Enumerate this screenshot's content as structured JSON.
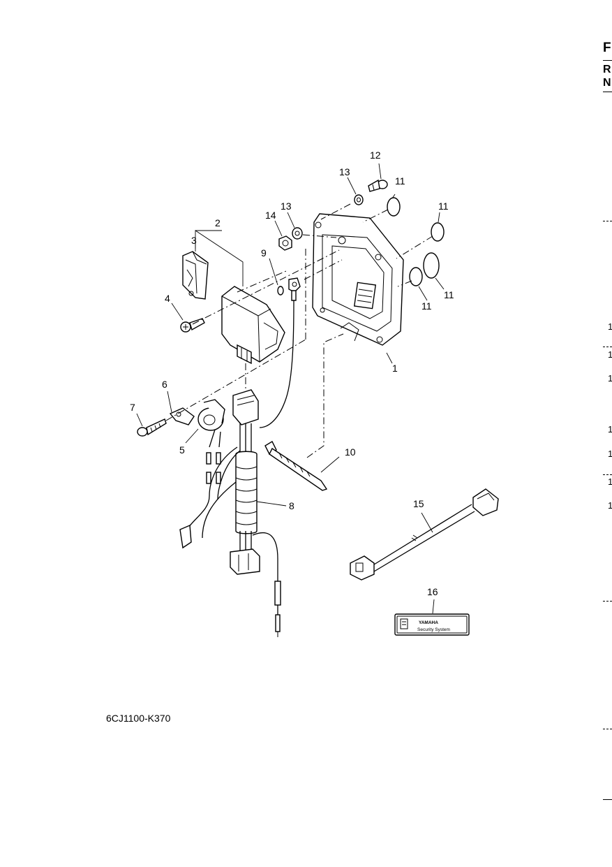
{
  "diagram": {
    "callouts": [
      "1",
      "2",
      "3",
      "4",
      "5",
      "6",
      "7",
      "8",
      "9",
      "10",
      "11",
      "11",
      "11",
      "11",
      "12",
      "13",
      "13",
      "14",
      "15",
      "16"
    ],
    "label_brand": "YAMAHA",
    "label_system": "Security System",
    "diagram_code": "6CJ1100-K370"
  },
  "edge": {
    "letters": [
      "F",
      "R",
      "N"
    ],
    "digits": [
      "1",
      "1",
      "1",
      "1",
      "1",
      "1",
      "1"
    ]
  }
}
